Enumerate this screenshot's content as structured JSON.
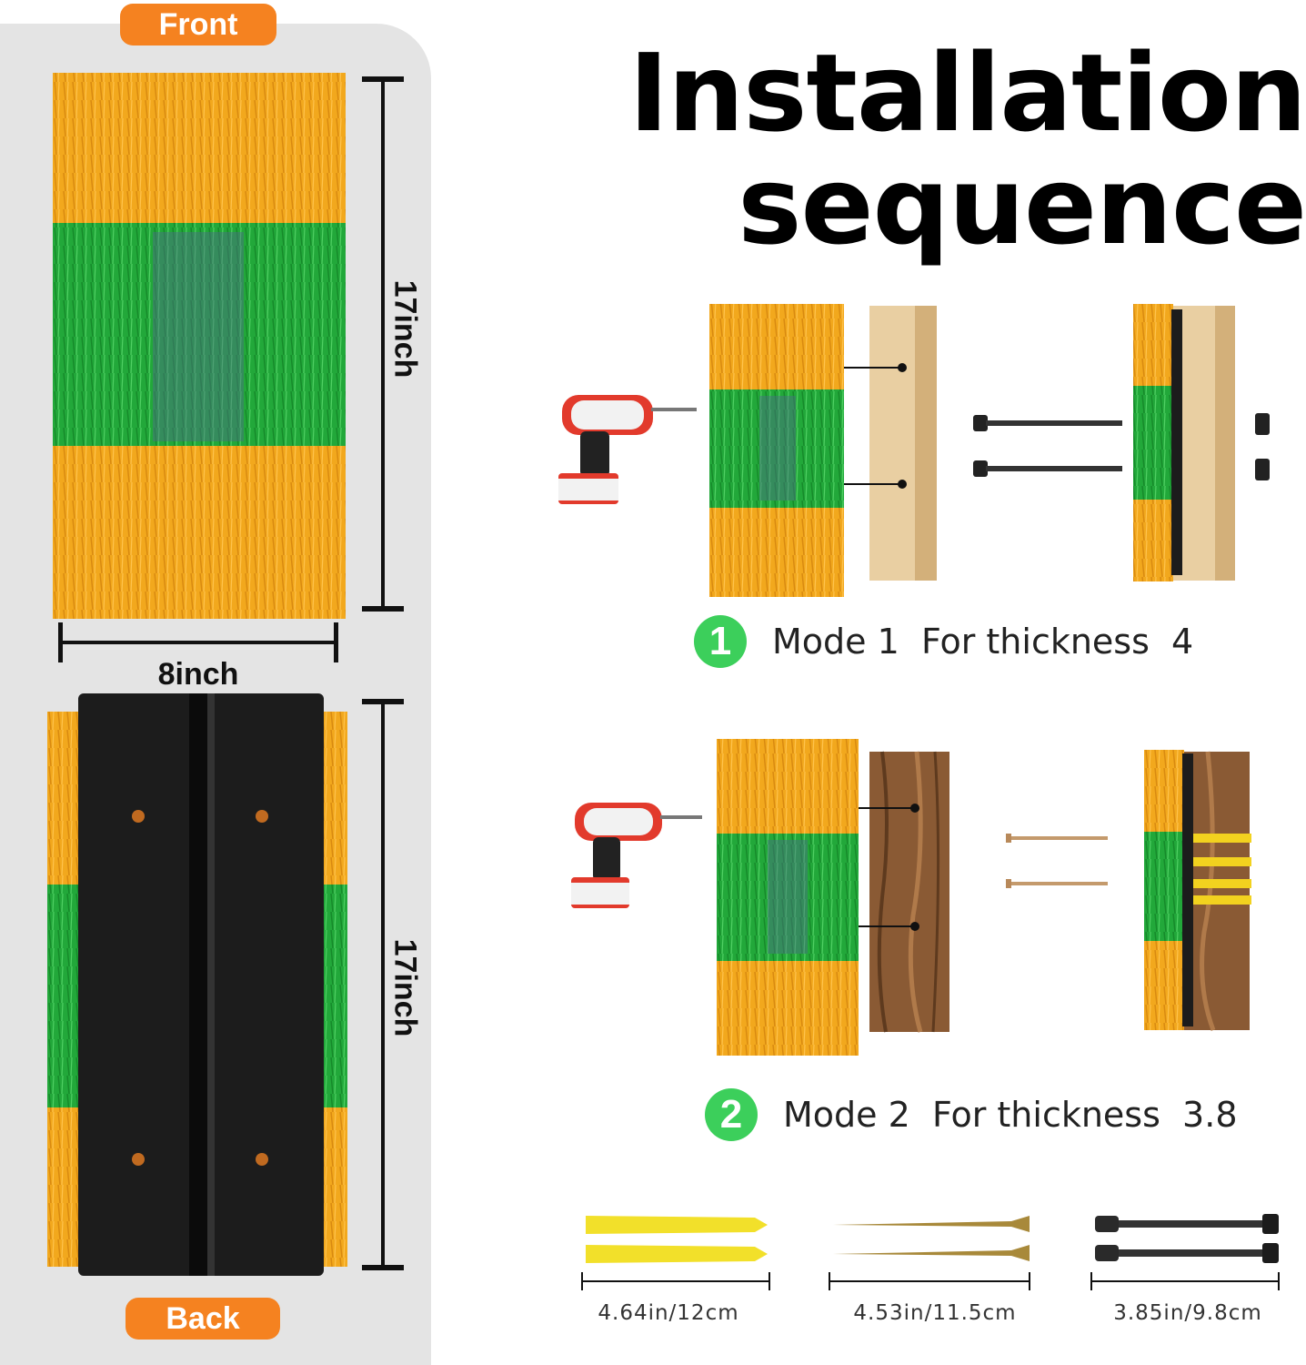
{
  "labels": {
    "front": "Front",
    "back": "Back",
    "width": "8inch",
    "height_front": "17inch",
    "height_back": "17inch"
  },
  "title": {
    "line1": "Installation",
    "line2": "sequence"
  },
  "modes": [
    {
      "number": "1",
      "text": "Mode 1  For thickness  4"
    },
    {
      "number": "2",
      "text": "Mode 2  For thickness  3.8"
    }
  ],
  "hardware": [
    {
      "name": "anchor",
      "size": "4.64in/12cm"
    },
    {
      "name": "screw",
      "size": "4.53in/11.5cm"
    },
    {
      "name": "bolt",
      "size": "3.85in/9.8cm"
    }
  ],
  "colors": {
    "orange": "#f58220",
    "bristle_yellow": "#f2a81d",
    "bristle_green": "#22a83a",
    "badge_green": "#3ccf5b",
    "panel_grey": "#e4e4e4"
  }
}
